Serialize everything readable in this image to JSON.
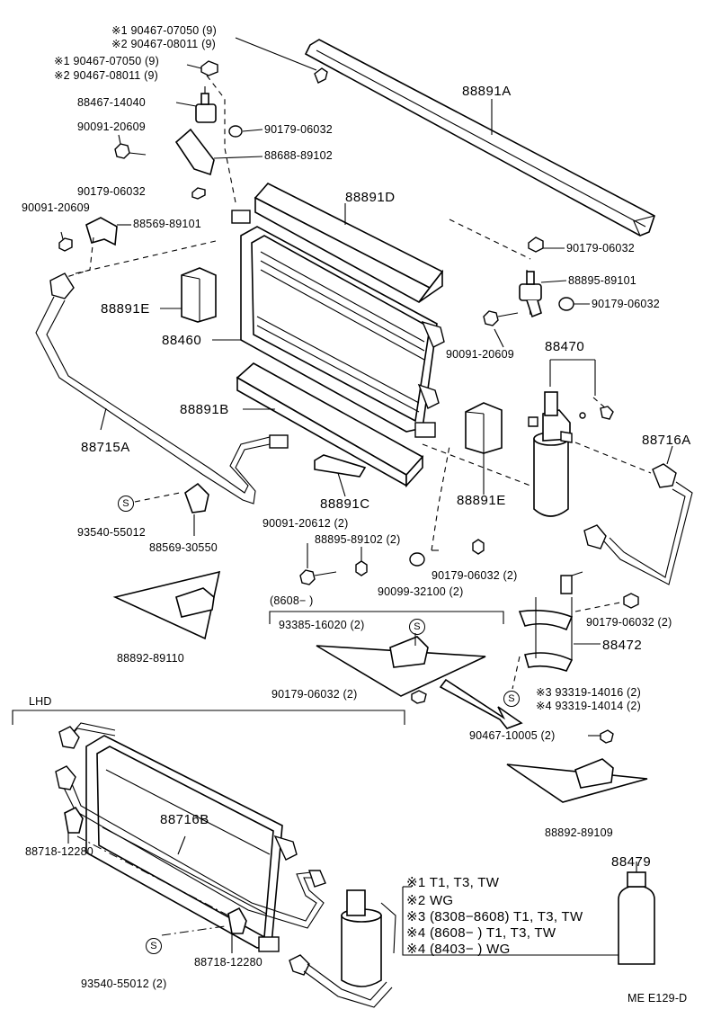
{
  "labels": {
    "p1a": "※1 90467-07050 (9)",
    "p1b": "※2 90467-08011 (9)",
    "p2a": "※1 90467-07050 (9)",
    "p2b": "※2 90467-08011 (9)",
    "p3": "88467-14040",
    "p4": "90091-20609",
    "p5": "90179-06032",
    "p6": "88688-89102",
    "p7": "90179-06032",
    "p8": "90091-20609",
    "p9": "88569-89101",
    "p10": "88891A",
    "p11": "88891D",
    "p12": "88891E",
    "p13": "88460",
    "p14": "88891B",
    "p15": "88715A",
    "p16": "90179-06032",
    "p17": "88895-89101",
    "p18": "90179-06032",
    "p19": "90091-20609",
    "p20": "88470",
    "p21": "88716A",
    "p22": "88891E",
    "p23": "88891C",
    "p24": "93540-55012",
    "p25": "88569-30550",
    "p26": "90091-20612 (2)",
    "p27": "88895-89102 (2)",
    "p28": "90179-06032 (2)",
    "p29": "90099-32100 (2)",
    "p30": "(8608−          )",
    "p31": "93385-16020 (2)",
    "p32": "90179-06032 (2)",
    "p33": "88472",
    "p34": "88892-89110",
    "p35": "90179-06032 (2)",
    "p36a": "※3 93319-14016 (2)",
    "p36b": "※4 93319-14014 (2)",
    "p37": "90467-10005 (2)",
    "p38": "88892-89109",
    "p39": "LHD",
    "p40": "88716B",
    "p41": "88718-12280",
    "p42": "88718-12280",
    "p43": "93540-55012 (2)",
    "p44": "88479",
    "code": "ME E129-D",
    "s1": "S",
    "s2": "S",
    "s3": "S",
    "s4": "S"
  },
  "notes": [
    "※1 T1, T3, TW",
    "※2 WG",
    "※3 (8308−8608) T1, T3, TW",
    "※4 (8608−        ) T1, T3, TW",
    "※4 (8403−        ) WG"
  ]
}
